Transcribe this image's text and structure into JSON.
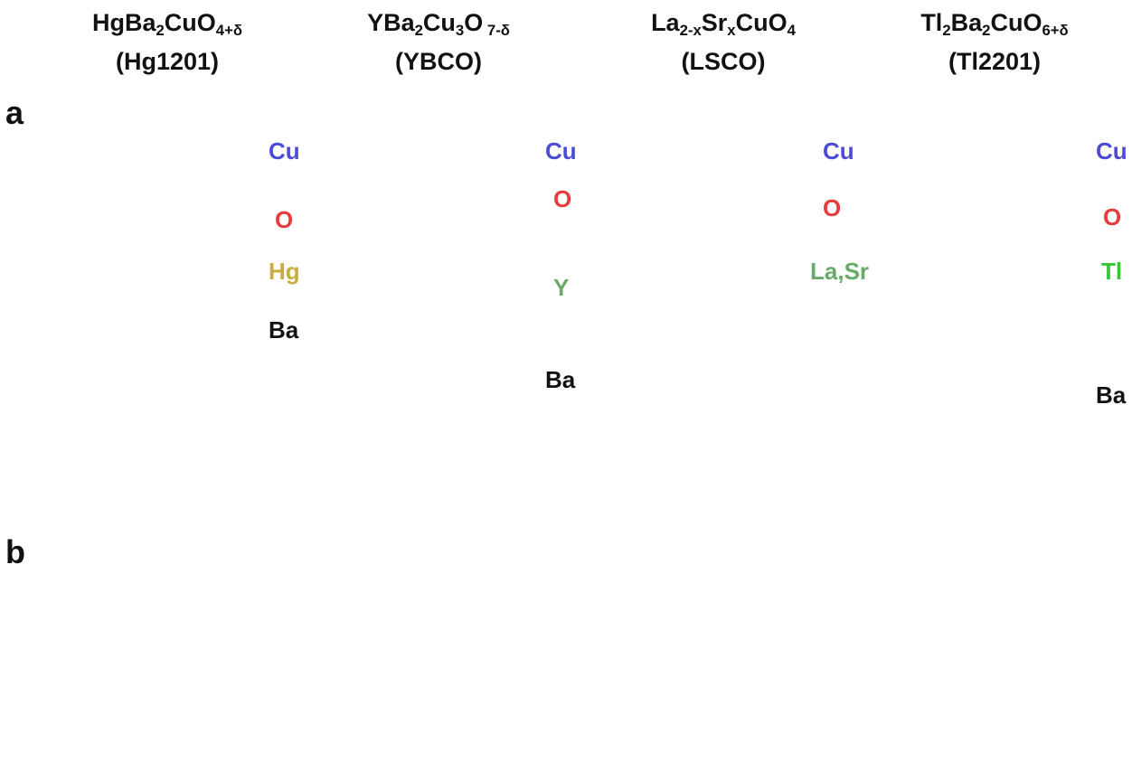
{
  "panel_a": "a",
  "panel_b": "b",
  "structures": [
    {
      "formula": {
        "base": "HgBa",
        "sub1": "2",
        "mid": "CuO",
        "sub2": "4+δ",
        "tail": "",
        "sub3": ""
      },
      "name": "(Hg1201)",
      "labels": [
        {
          "text": "Cu",
          "color": "#4b4bd6"
        },
        {
          "text": "O",
          "color": "#e83b3b"
        },
        {
          "text": "Hg",
          "color": "#c9ad3e"
        },
        {
          "text": "Ba",
          "color": "#111111"
        }
      ]
    },
    {
      "formula": {
        "base": "YBa",
        "sub1": "2",
        "mid": "Cu",
        "sub2": "3",
        "tail": "O",
        "sub3": " 7-δ"
      },
      "name": "(YBCO)",
      "labels": [
        {
          "text": "Cu",
          "color": "#4b4bd6"
        },
        {
          "text": "O",
          "color": "#e83b3b"
        },
        {
          "text": "Y",
          "color": "#6aaa6a"
        },
        {
          "text": "Ba",
          "color": "#111111"
        }
      ]
    },
    {
      "formula": {
        "base": "La",
        "sub1": "2-x",
        "mid": "Sr",
        "sub2": "x",
        "tail": "CuO",
        "sub3": "4"
      },
      "name": "(LSCO)",
      "labels": [
        {
          "text": "Cu",
          "color": "#4b4bd6"
        },
        {
          "text": "O",
          "color": "#e83b3b"
        },
        {
          "text": "La,Sr",
          "color": "#6aaa6a"
        }
      ]
    },
    {
      "formula": {
        "base": "Tl",
        "sub1": "2",
        "mid": "Ba",
        "sub2": "2",
        "tail": "CuO",
        "sub3": "6+δ"
      },
      "name": "(Tl2201)",
      "labels": [
        {
          "text": "Cu",
          "color": "#4b4bd6"
        },
        {
          "text": "O",
          "color": "#e83b3b"
        },
        {
          "text": "Tl",
          "color": "#36c636"
        },
        {
          "text": "Ba",
          "color": "#111111"
        }
      ]
    }
  ],
  "colors": {
    "cu": "#3a3ad0",
    "o": "#cc2020",
    "hg": "#c9a83a",
    "ba": "#4a4a4a",
    "y": "#5fb86f",
    "lasr": "#6cae6c",
    "tl": "#2ec42e",
    "bond_cu": "#3a3ad0",
    "bond_o": "#c02020",
    "bond_grey": "#888888"
  }
}
